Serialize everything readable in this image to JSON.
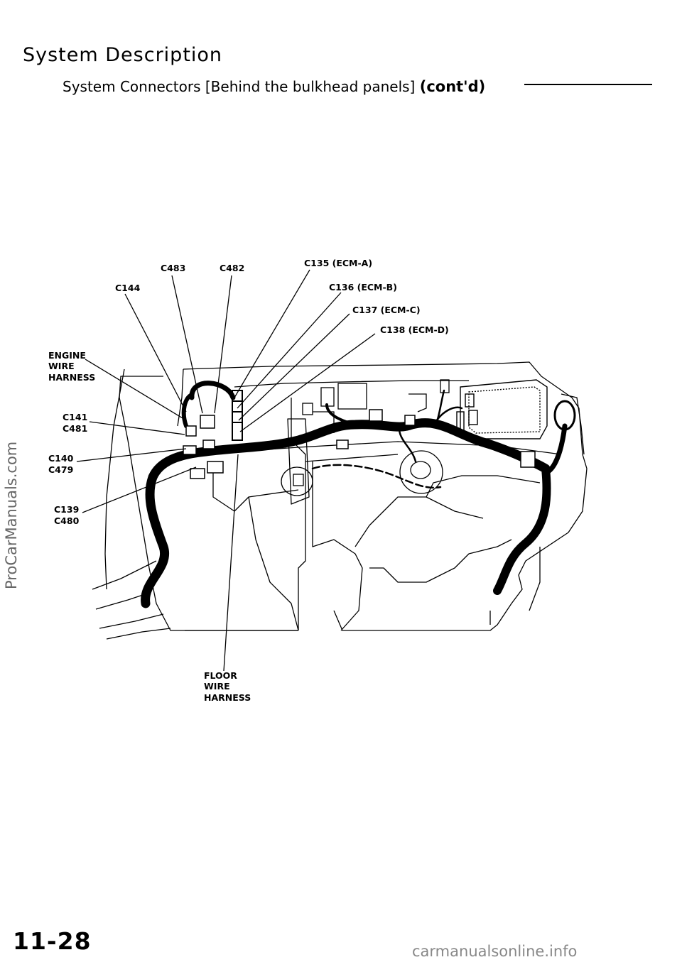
{
  "header": {
    "title": "System Description",
    "subtitle": "System Connectors [Behind the bulkhead panels]",
    "contd": "(cont'd)"
  },
  "labels": {
    "c483": "C483",
    "c482": "C482",
    "c144": "C144",
    "c135": "C135 (ECM-A)",
    "c136": "C136 (ECM-B)",
    "c137": "C137 (ECM-C)",
    "c138": "C138 (ECM-D)",
    "engine_harness": [
      "ENGINE",
      "WIRE",
      "HARNESS"
    ],
    "c141": "C141",
    "c481": "C481",
    "c140": "C140",
    "c479": "C479",
    "c139": "C139",
    "c480": "C480",
    "floor_harness": [
      "FLOOR",
      "WIRE",
      "HARNESS"
    ]
  },
  "footer": {
    "page_number": "11-28",
    "watermark_side": "ProCarManuals.com",
    "watermark_bottom": "carmanualsonline.info"
  }
}
